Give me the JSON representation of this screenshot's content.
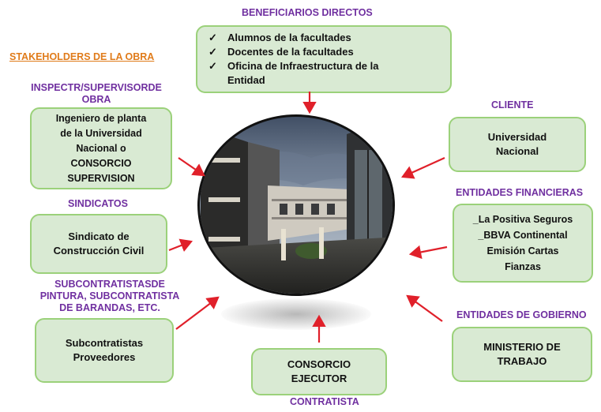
{
  "headings": {
    "beneficiarios": "BENEFICIARIOS DIRECTOS",
    "stakeholders": "STAKEHOLDERS DE LA OBRA",
    "inspector": [
      "INSPECTR/SUPERVISORDE",
      "OBRA"
    ],
    "cliente": "CLIENTE",
    "sindicatos": "SINDICATOS",
    "financieras": "ENTIDADES FINANCIERAS",
    "subcontratistas": [
      "SUBCONTRATISTASDE",
      "PINTURA, SUBCONTRATISTA",
      "DE BARANDAS, ETC."
    ],
    "gobierno": "ENTIDADES DE GOBIERNO",
    "contratista": "CONTRATISTA"
  },
  "boxes": {
    "beneficiarios": {
      "check": "✓",
      "items": [
        "Alumnos de la facultades",
        "Docentes de la facultades",
        "Oficina de Infraestructura de la",
        "Entidad"
      ]
    },
    "inspector": [
      "Ingeniero de planta",
      "de la Universidad",
      "Nacional o",
      "CONSORCIO",
      "SUPERVISION"
    ],
    "cliente": [
      "Universidad",
      "Nacional"
    ],
    "sindicatos": [
      "Sindicato de",
      "Construcción Civil"
    ],
    "financieras": [
      "_La Positiva Seguros",
      "_BBVA Continental",
      "Emisión Cartas",
      "Fianzas"
    ],
    "subcontratistas": [
      "Subcontratistas",
      "Proveedores"
    ],
    "gobierno": [
      "MINISTERIO DE",
      "TRABAJO"
    ],
    "contratista": [
      "CONSORCIO",
      "EJECUTOR"
    ]
  },
  "colors": {
    "heading": "#7030a0",
    "stakeholders": "#e07b1a",
    "box_fill": "#d9ead3",
    "box_border": "#9bd17a",
    "arrow": "#e0202a"
  }
}
